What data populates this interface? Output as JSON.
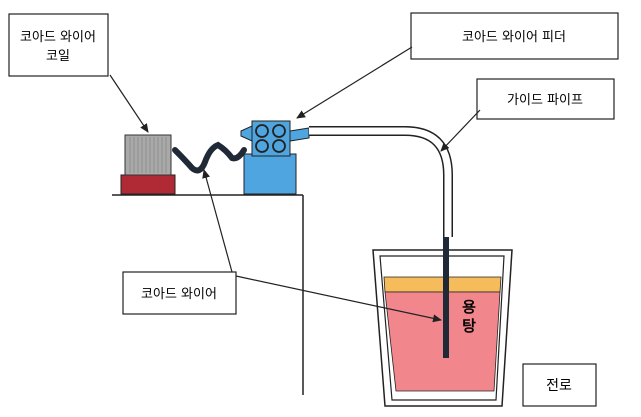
{
  "labels": {
    "coil": [
      "코아드 와이어",
      "코일"
    ],
    "feeder": "코아드 와이어 피더",
    "guide_pipe": "가이드 파이프",
    "wire": "코아드 와이어",
    "melt": [
      "용",
      "탕"
    ],
    "furnace": "전로"
  },
  "colors": {
    "coil_body": "#a9a9a9",
    "coil_base": "#b02a35",
    "feeder_body": "#4ea5e0",
    "feeder_rollers": "#4ea5e0",
    "wire": "#1f2a36",
    "pipe": "#ffffff",
    "slag": "#f6bc5c",
    "melt": "#f2868d",
    "lines": "#222222"
  },
  "icons": {
    "coil": "wire-coil-icon",
    "feeder": "wire-feeder-icon",
    "furnace": "converter-furnace-icon"
  }
}
